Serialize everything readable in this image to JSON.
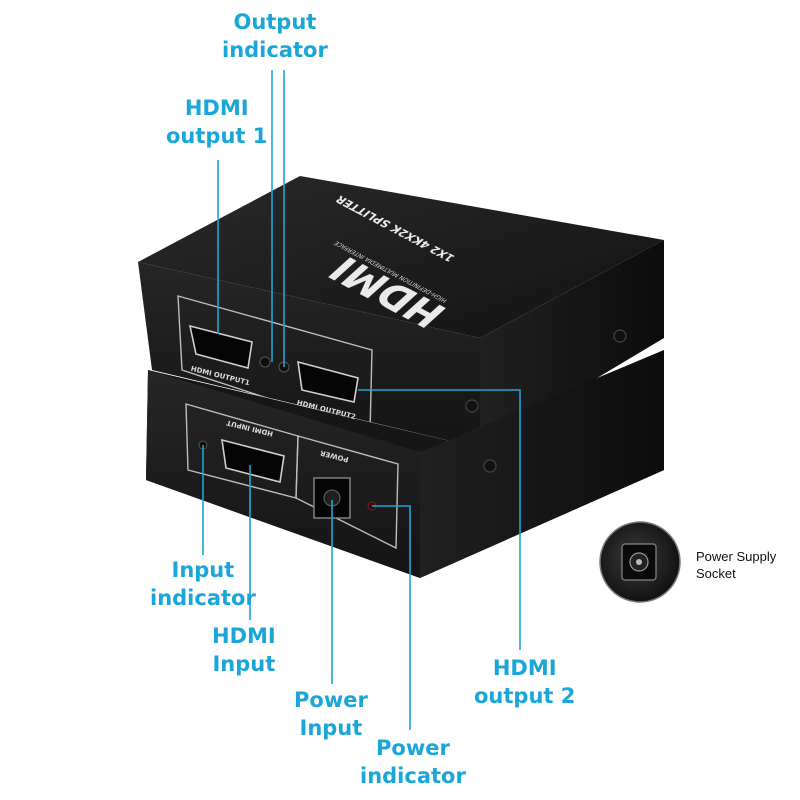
{
  "callouts": {
    "output_indicator": [
      "Output",
      "indicator"
    ],
    "hdmi_output_1": [
      "HDMI",
      "output 1"
    ],
    "input_indicator": [
      "Input",
      "indicator"
    ],
    "hdmi_input": [
      "HDMI",
      "Input"
    ],
    "power_input": [
      "Power",
      "Input"
    ],
    "power_indicator": [
      "Power",
      "indicator"
    ],
    "hdmi_output_2": [
      "HDMI",
      "output 2"
    ]
  },
  "device": {
    "top_logo": "HDMI",
    "top_logo_sub": "HIGH-DEFINITION MULTIMEDIA INTERFACE",
    "top_model": "1X2 4KX2K SPLITTER",
    "port_out1": "HDMI OUTPUT1",
    "port_out2": "HDMI OUTPUT2",
    "port_in": "HDMI INPUT",
    "port_power": "POWER"
  },
  "inset": {
    "caption": [
      "Power Supply",
      "Socket"
    ]
  },
  "colors": {
    "callout": "#1aa6d9",
    "device_body": "#1b1b1b",
    "leader_line": "#1aa6d9"
  }
}
